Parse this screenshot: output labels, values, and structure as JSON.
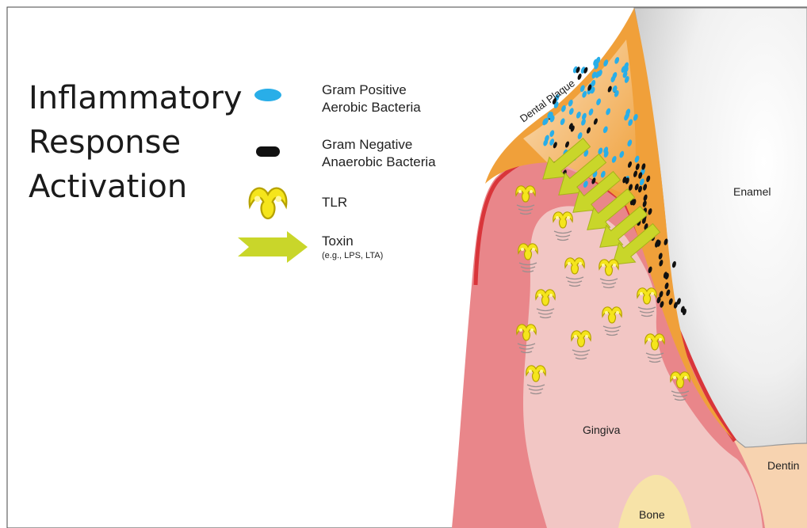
{
  "title": {
    "line1": "Inflammatory",
    "line2": "Response",
    "line3": "Activation"
  },
  "legend": {
    "gram_positive": {
      "line1": "Gram Positive",
      "line2": "Aerobic Bacteria",
      "color": "#29aee8"
    },
    "gram_negative": {
      "line1": "Gram Negative",
      "line2": "Anaerobic Bacteria",
      "color": "#111111"
    },
    "tlr": {
      "label": "TLR",
      "color": "#f5e51c"
    },
    "toxin": {
      "label": "Toxin",
      "examples": "(e.g., LPS, LTA)",
      "color": "#c9d62a"
    }
  },
  "diagram_labels": {
    "dental_plaque": "Dental Plaque",
    "enamel": "Enamel",
    "gingiva": "Gingiva",
    "dentin": "Dentin",
    "bone": "Bone"
  },
  "colors": {
    "plaque": "#f0a03a",
    "gingiva_outer": "#e9868a",
    "gingiva_inner": "#f2c6c4",
    "bone": "#f7e3a8",
    "dentin": "#f7d3b0",
    "enamel": "#eeeeee"
  }
}
